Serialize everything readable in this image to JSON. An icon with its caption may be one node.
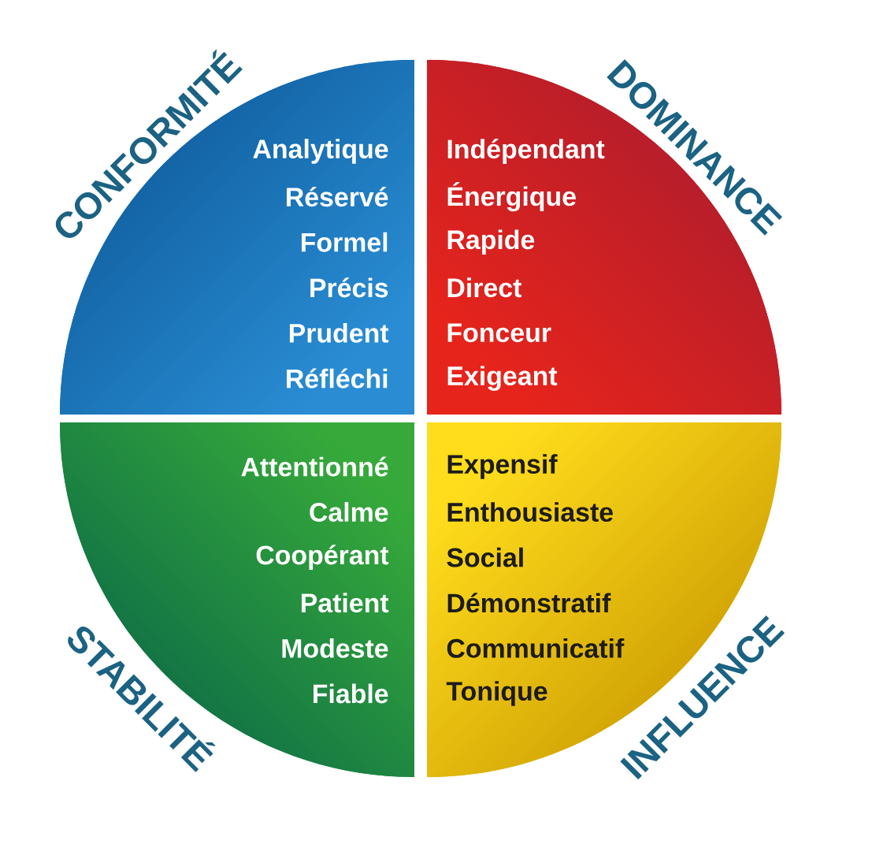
{
  "diagram": {
    "nodes": [
      {
        "text": [
          "CONFORMITÉ",
          "Analytique",
          "Réservé",
          "Formel",
          "Précis",
          "Prudent",
          "Réfléchi"
        ]
      },
      {
        "text": [
          "DOMINANCE",
          "Indépendant",
          "Énergique",
          "Rapide",
          "Direct",
          "Fonceur",
          "Exigeant"
        ]
      },
      {
        "text": [
          "STABILITÉ",
          "Attentionné",
          "Calme",
          "Coopérant",
          "Patient",
          "Modeste",
          "Fiable"
        ]
      },
      {
        "text": [
          "INFLUENCE",
          "Expensif",
          "Enthousiaste",
          "Social",
          "Démonstratif",
          "Communicatif",
          "Tonique"
        ]
      }
    ]
  }
}
